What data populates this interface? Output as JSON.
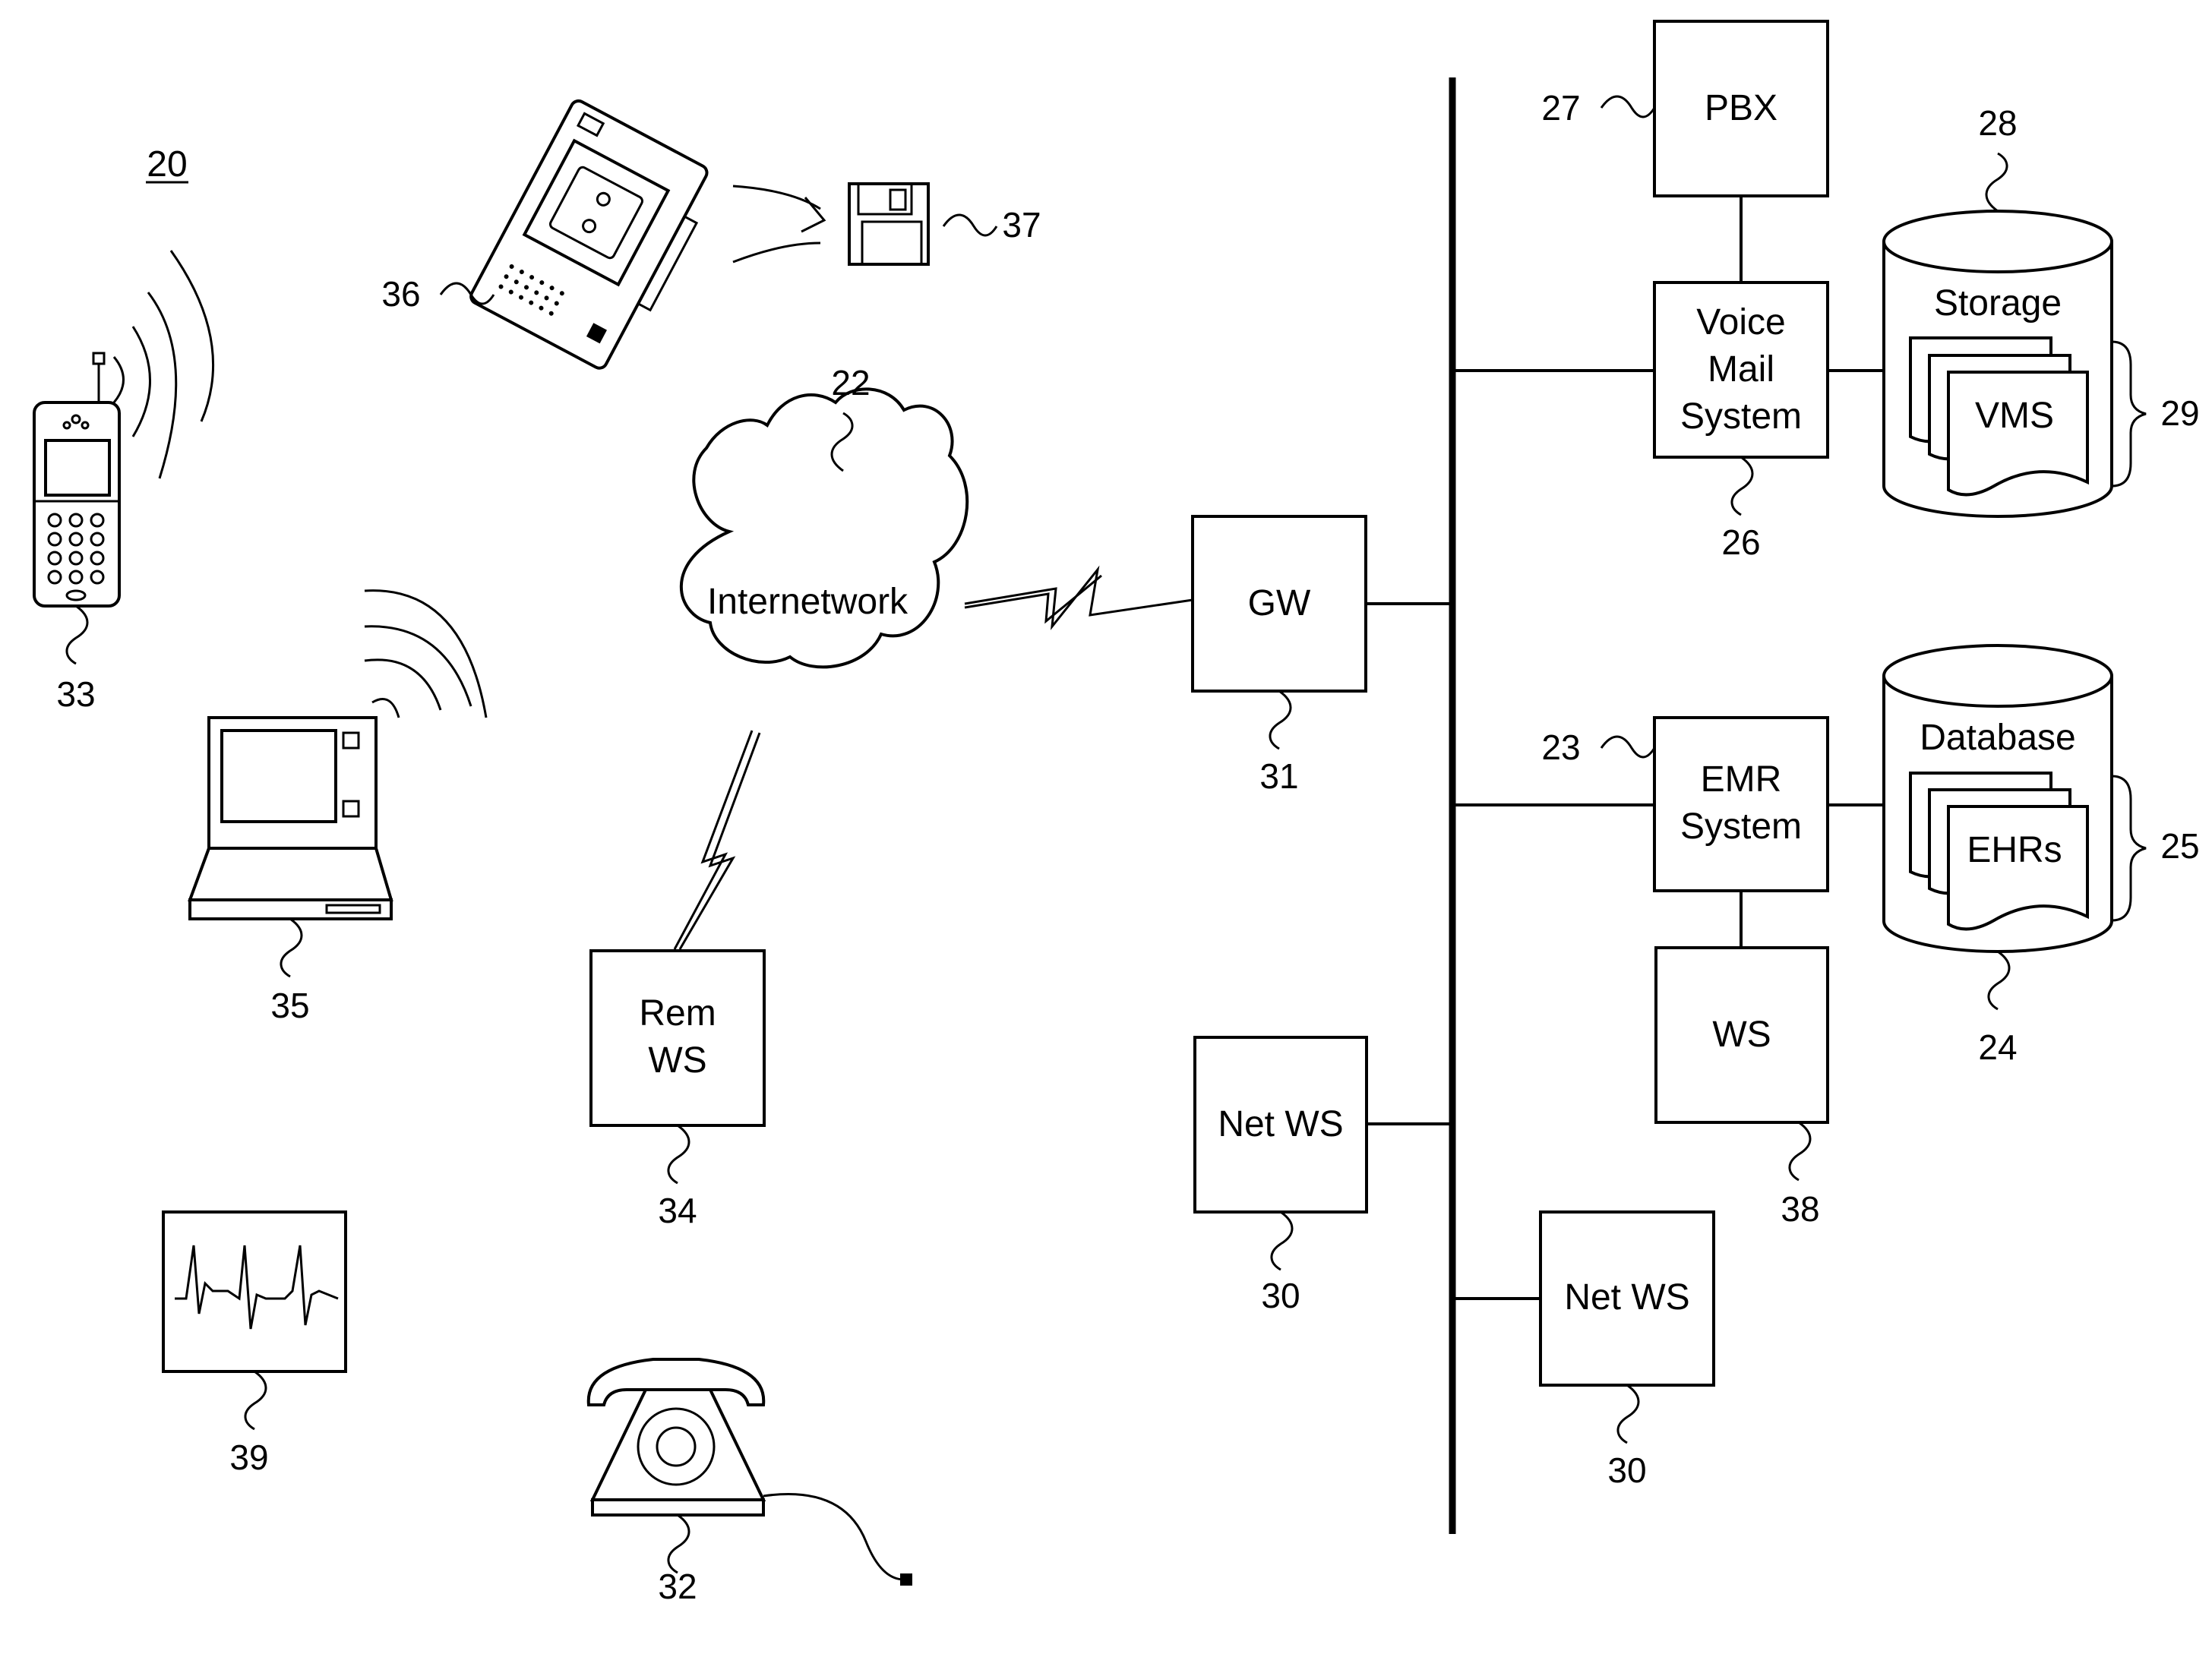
{
  "figure_number": "20",
  "nodes": {
    "pbx": {
      "label": "PBX",
      "ref": "27"
    },
    "voice_mail": {
      "label_lines": [
        "Voice",
        "Mail",
        "System"
      ],
      "ref": "26"
    },
    "storage": {
      "label": "Storage",
      "ref": "28",
      "doc_label": "VMS",
      "doc_ref": "29"
    },
    "gateway": {
      "label": "GW",
      "ref": "31"
    },
    "internetwork": {
      "label": "Internetwork",
      "ref": "22"
    },
    "emr": {
      "label_lines": [
        "EMR",
        "System"
      ],
      "ref": "23"
    },
    "database": {
      "label": "Database",
      "ref": "24",
      "doc_label": "EHRs",
      "doc_ref": "25"
    },
    "ws": {
      "label": "WS",
      "ref": "38"
    },
    "net_ws_left": {
      "label": "Net WS",
      "ref": "30"
    },
    "net_ws_right": {
      "label": "Net WS",
      "ref": "30"
    },
    "rem_ws": {
      "label_lines": [
        "Rem",
        "WS"
      ],
      "ref": "34"
    },
    "cell_phone": {
      "ref": "33"
    },
    "laptop": {
      "ref": "35"
    },
    "recorder": {
      "ref": "36"
    },
    "floppy": {
      "ref": "37"
    },
    "monitor": {
      "ref": "39"
    },
    "telephone": {
      "ref": "32"
    }
  }
}
